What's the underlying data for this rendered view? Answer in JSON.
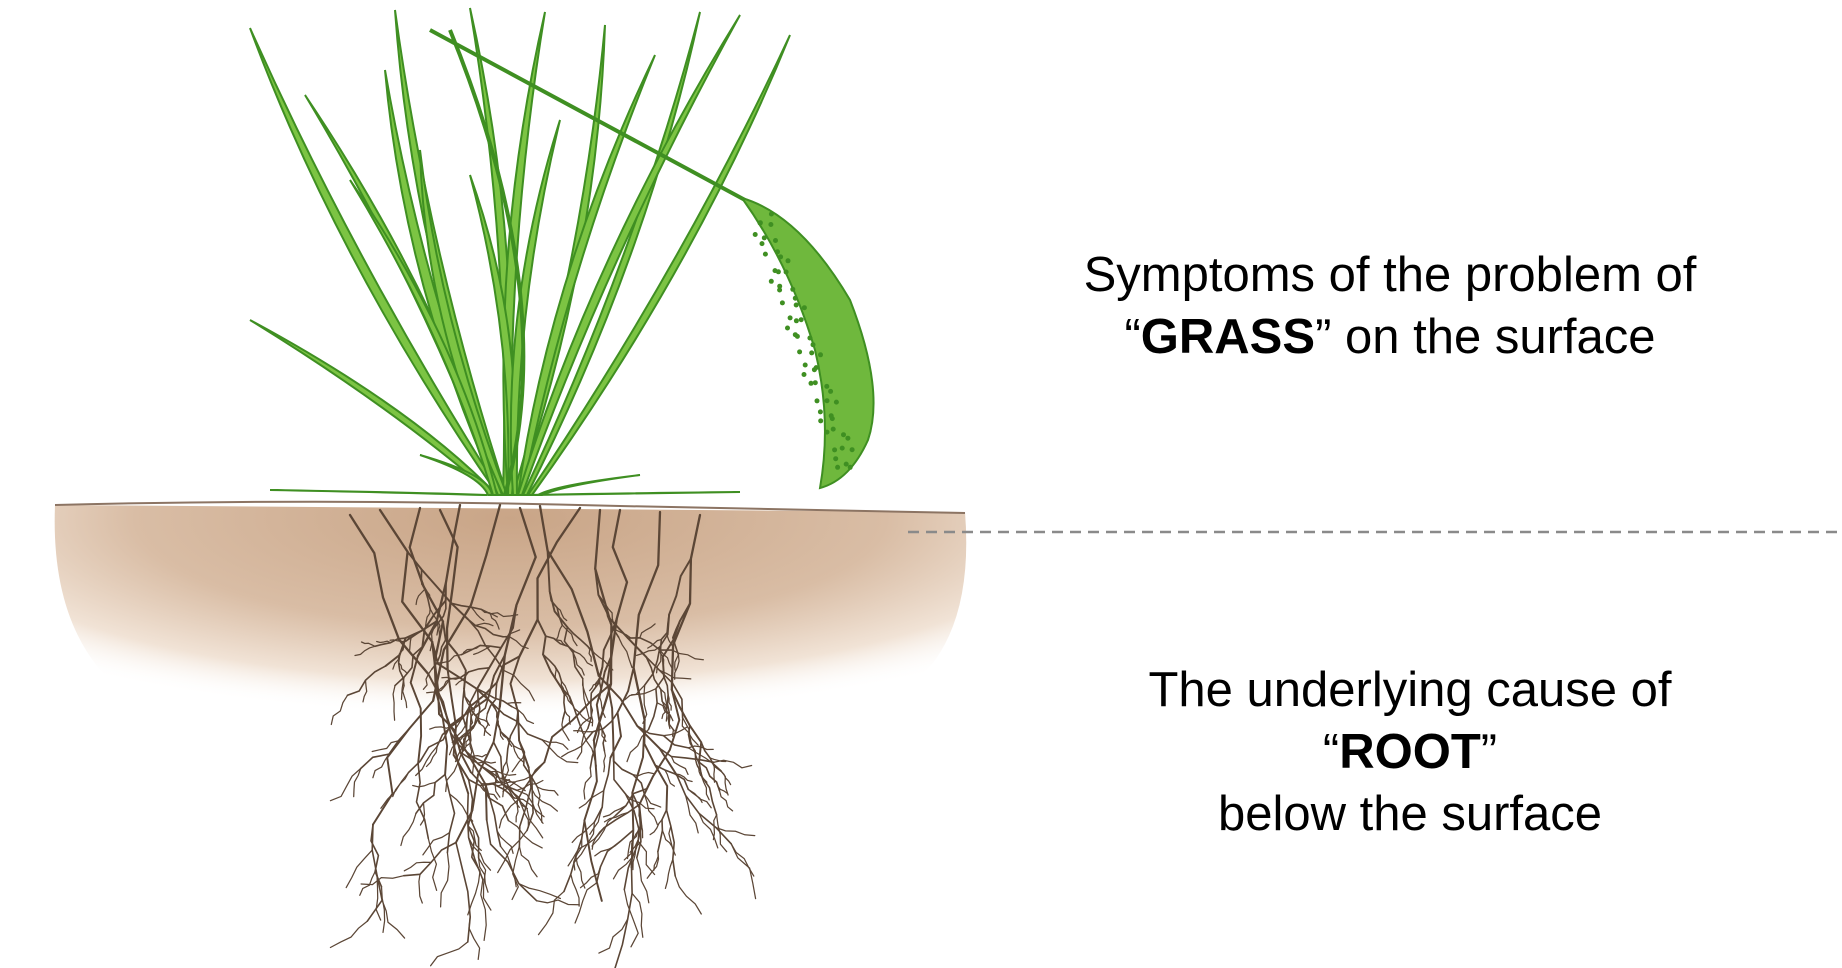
{
  "captions": {
    "symptoms": {
      "line1": "Symptoms of the problem of",
      "open_quote": "“",
      "keyword": "GRASS",
      "close_rest": "” on the surface"
    },
    "cause": {
      "line1": "The underlying cause of",
      "open_quote": "“",
      "keyword": "ROOT",
      "close_quote": "”",
      "line3": "below the surface"
    }
  },
  "colors": {
    "leaf": "#7cc443",
    "leaf_dark": "#3f8f22",
    "soil_top": "#c7a282",
    "soil_fade": "#f3e7dc",
    "root": "#5b4636",
    "divider": "#8a8a8a",
    "text": "#000000"
  },
  "icons": [
    "grass-plant-illustration",
    "root-system-illustration"
  ]
}
